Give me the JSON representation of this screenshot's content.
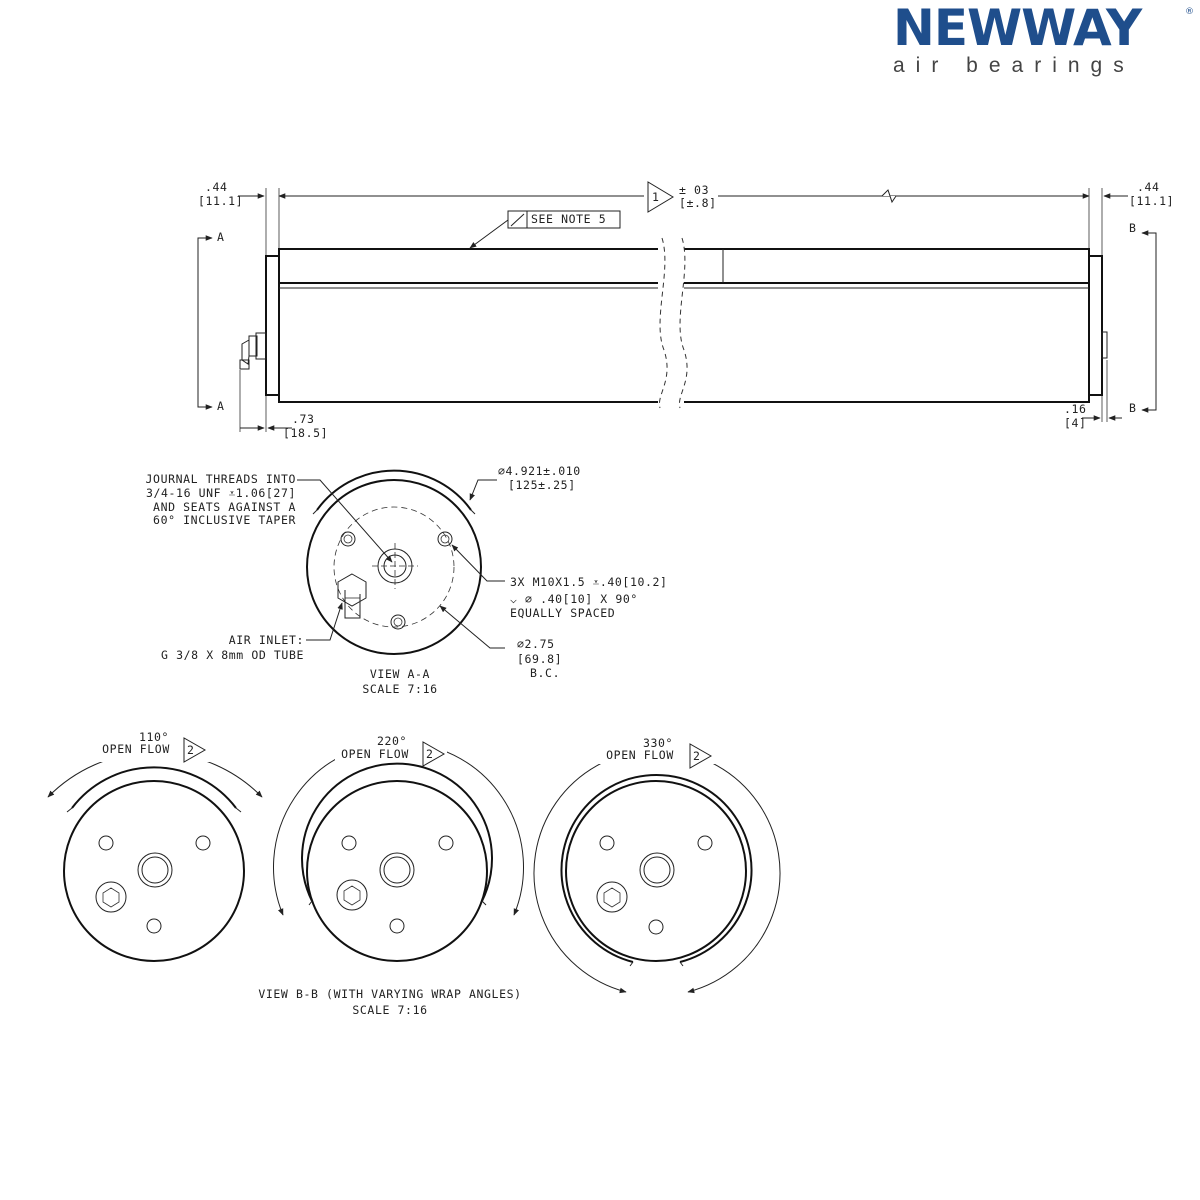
{
  "logo": {
    "name": "NEWWAY",
    "registered": "®",
    "tagline": "air bearings"
  },
  "side_view": {
    "left_end_dim": ".44",
    "left_end_dim_mm": "[11.1]",
    "right_end_dim": ".44",
    "right_end_dim_mm": "[11.1]",
    "length_note_number": "1",
    "length_tol": "± 03",
    "length_tol_mm": "[±.8]",
    "see_note": "SEE NOTE 5",
    "section_a": "A",
    "section_b": "B",
    "fitting_dim": ".73",
    "fitting_dim_mm": "[18.5]",
    "boss_dim": ".16",
    "boss_dim_mm": "[4]"
  },
  "view_a": {
    "journal_line1": "JOURNAL THREADS INTO",
    "journal_line2": "3/4-16 UNF  ⩡1.06[27]",
    "journal_line3": "AND SEATS AGAINST A",
    "journal_line4": "60° INCLUSIVE TAPER",
    "diameter": "⌀4.921±.010",
    "diameter_mm": "[125±.25]",
    "holes_line1": "3X M10X1.5  ⩡.40[10.2]",
    "holes_line2": "⌵ ⌀  .40[10] X 90°",
    "holes_line3": "EQUALLY SPACED",
    "inlet_line1": "AIR INLET:",
    "inlet_line2": "G 3/8 X 8mm OD TUBE",
    "bc_line1": "⌀2.75",
    "bc_line2": "[69.8]",
    "bc_line3": "B.C.",
    "title": "VIEW A-A",
    "scale": "SCALE 7:16"
  },
  "view_b": {
    "wraps": [
      {
        "angle": "110°",
        "label": "OPEN FLOW",
        "note": "2"
      },
      {
        "angle": "220°",
        "label": "OPEN FLOW",
        "note": "2"
      },
      {
        "angle": "330°",
        "label": "OPEN FLOW",
        "note": "2"
      }
    ],
    "title": "VIEW B-B (WITH VARYING WRAP ANGLES)",
    "scale": "SCALE 7:16"
  },
  "colors": {
    "logo_blue": "#1f4e8c",
    "line": "#222222"
  }
}
